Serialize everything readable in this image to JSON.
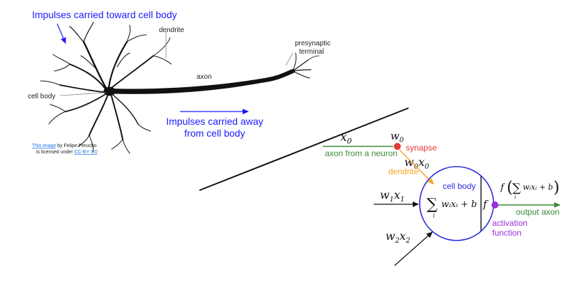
{
  "biology": {
    "impulses_toward": "Impulses carried toward cell body",
    "dendrite": "dendrite",
    "axon": "axon",
    "presynaptic_line1": "presynaptic",
    "presynaptic_line2": "terminal",
    "cell_body": "cell body",
    "impulses_away_line1": "Impulses carried away",
    "impulses_away_line2": "from cell body",
    "credit_link1": "This image",
    "credit_text1": " by Felipe Perucho",
    "credit_text2": "is licensed under ",
    "credit_link2": "CC-BY 3.0"
  },
  "model": {
    "x0": "x",
    "x0_sub": "0",
    "w0": "w",
    "w0_sub": "0",
    "synapse": "synapse",
    "axon_from_neuron": "axon from a neuron",
    "w0x0_w": "w",
    "w0x0_sub1": "0",
    "w0x0_x": "x",
    "w0x0_sub2": "0",
    "dendrite": "dendrite",
    "cell_body": "cell body",
    "w1x1_w": "w",
    "w1x1_sub1": "1",
    "w1x1_x": "x",
    "w1x1_sub2": "1",
    "sum_formula_sigma": "∑",
    "sum_formula_index": "i",
    "sum_formula_body": "wᵢxᵢ + b",
    "f": "f",
    "f_out_f": "f",
    "f_out_body": "wᵢxᵢ + b",
    "f_out_index": "i",
    "output_axon": "output axon",
    "activation_line1": "activation",
    "activation_line2": "function",
    "w2x2_w": "w",
    "w2x2_sub1": "2",
    "w2x2_x": "x",
    "w2x2_sub2": "2"
  },
  "colors": {
    "blue_text": "#1a1aff",
    "green": "#3a8a3a",
    "red": "#e53935",
    "orange": "#f5a623",
    "circle_blue": "#2b2bd9",
    "purple": "#9b30d9"
  }
}
